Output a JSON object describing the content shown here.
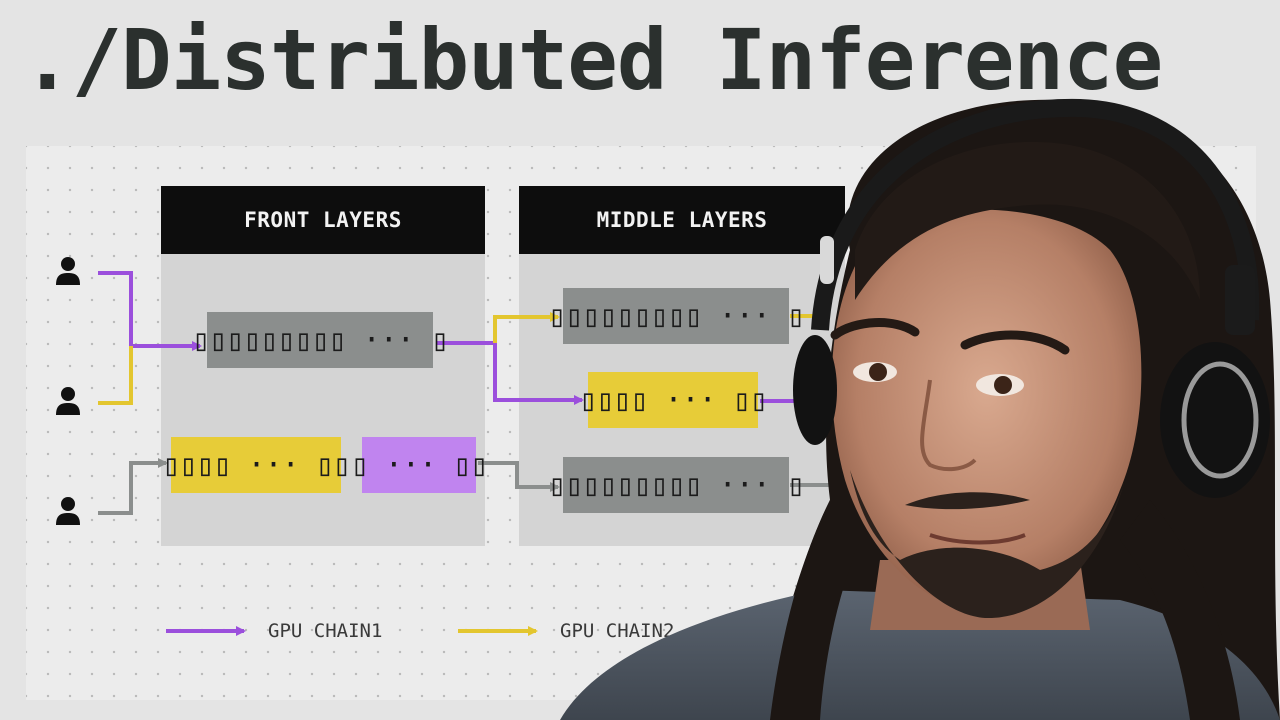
{
  "title": {
    "prefix": "./",
    "text": "Distributed Inference"
  },
  "diagram": {
    "layers": [
      {
        "label": "FRONT LAYERS"
      },
      {
        "label": "MIDDLE LAYERS"
      }
    ],
    "tokens": {
      "front_top": "▯▯▯▯▯▯▯▯▯ ··· ▯",
      "front_bottom_a": "▯▯▯▯ ··· ▯▯",
      "front_bottom_b": "▯ ··· ▯▯",
      "middle_top": "▯▯▯▯▯▯▯▯▯ ··· ▯",
      "middle_mid": "▯▯▯▯ ··· ▯▯",
      "middle_bottom": "▯▯▯▯▯▯▯▯▯ ··· ▯"
    },
    "users": [
      "user-icon",
      "user-icon",
      "user-icon"
    ],
    "legend": [
      {
        "label": "GPU CHAIN1",
        "color": "#9b4fdc"
      },
      {
        "label": "GPU CHAIN2",
        "color": "#e3c62f"
      }
    ],
    "colors": {
      "purple": "#9b4fdc",
      "yellow": "#e3c62f",
      "gray": "#8b8e8d"
    }
  },
  "person": {
    "description_icon": "presenter-with-headphones"
  }
}
